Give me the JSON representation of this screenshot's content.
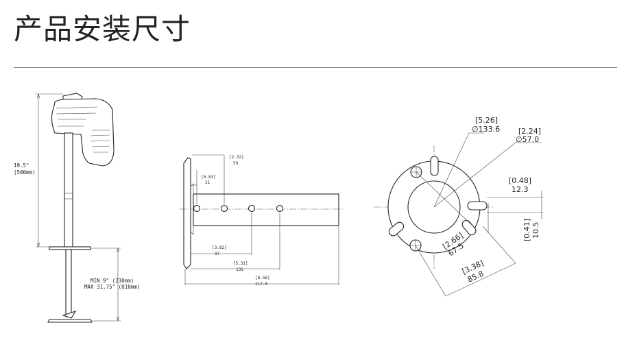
{
  "header": {
    "title": "产品安装尺寸"
  },
  "side_view": {
    "height": "19.5\"",
    "height_mm": "(500mm)",
    "extension_min": "MIN 9\" (230mm)",
    "extension_max": "MAX 31.75\" (810mm)"
  },
  "bracket_view": {
    "dim_a_in": "[0.83]",
    "dim_a_mm": "21",
    "dim_b_in": "[2.32]",
    "dim_b_mm": "59",
    "dim_c_in": "[3.82]",
    "dim_c_mm": "97",
    "dim_d_in": "[5.31]",
    "dim_d_mm": "135",
    "dim_e_in": "[8.56]",
    "dim_e_mm": "217.5"
  },
  "flange_view": {
    "outer_dia_in": "[5.26]",
    "outer_dia_mm": "∅133.6",
    "inner_dia_in": "[2.24]",
    "inner_dia_mm": "∅57.0",
    "slot_width_in": "[0.48]",
    "slot_width_mm": "12.3",
    "slot_height_in": "[0.41]",
    "slot_height_mm": "10.5",
    "bolt_circle_in": "[2.66]",
    "bolt_circle_mm": "67.5",
    "bolt_span_in": "[3.38]",
    "bolt_span_mm": "85.8"
  }
}
